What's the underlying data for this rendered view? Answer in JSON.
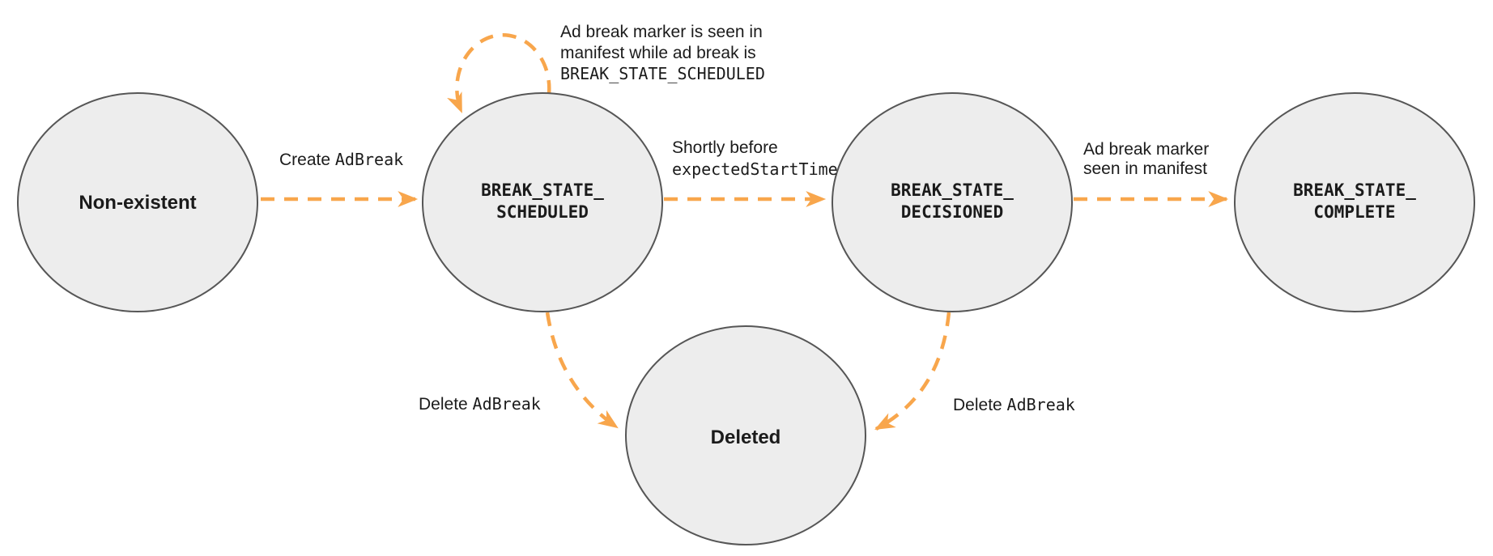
{
  "colors": {
    "arrow": "#F8A64C",
    "node_fill": "#EDEDED",
    "node_stroke": "#565656",
    "text": "#1B1B1B"
  },
  "nodes": {
    "non_existent": {
      "lines": [
        "Non-existent"
      ]
    },
    "scheduled": {
      "lines": [
        "BREAK_STATE_",
        "SCHEDULED"
      ]
    },
    "decisioned": {
      "lines": [
        "BREAK_STATE_",
        "DECISIONED"
      ]
    },
    "complete": {
      "lines": [
        "BREAK_STATE_",
        "COMPLETE"
      ]
    },
    "deleted": {
      "lines": [
        "Deleted"
      ]
    }
  },
  "edges": {
    "create": {
      "plain": "Create ",
      "code": "AdBreak"
    },
    "self_loop": {
      "line1": "Ad break marker is seen in",
      "line2": "manifest while ad break is",
      "line3": "BREAK_STATE_SCHEDULED"
    },
    "decision": {
      "line1": "Shortly before",
      "line2": "expectedStartTime"
    },
    "complete": {
      "line1": "Ad break marker",
      "line2": "seen in manifest"
    },
    "delete_scheduled": {
      "plain": "Delete ",
      "code": "AdBreak"
    },
    "delete_decisioned": {
      "plain": "Delete ",
      "code": "AdBreak"
    }
  }
}
